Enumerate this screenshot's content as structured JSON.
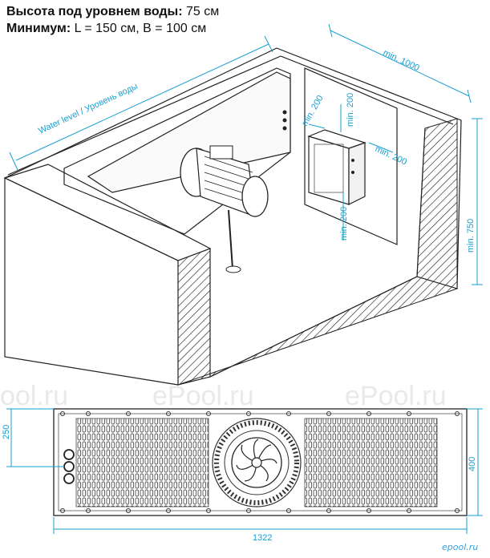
{
  "header": {
    "line1_label": "Высота под уровнем воды:",
    "line1_value": "75 см",
    "line2_label": "Минимум:",
    "line2_value": "L = 150 см, B = 100 см"
  },
  "diagram": {
    "water_level_label": "Water level / Уровень воды",
    "dim_width": "min. 1000",
    "dim_depth": "min. 750",
    "dim_left_clear": "min. 200",
    "dim_top_clear": "min. 200",
    "dim_right_clear": "min. 200",
    "dim_bottom_clear": "min. 200"
  },
  "panel": {
    "dim_height_offset": "250",
    "dim_height_total": "400",
    "dim_width_total": "1322"
  },
  "watermarks": [
    "ool.ru",
    "ePool.ru",
    "ePool.ru"
  ],
  "logo_text": "epool.ru",
  "colors": {
    "accent": "#1a9fd0",
    "line": "#222222"
  }
}
